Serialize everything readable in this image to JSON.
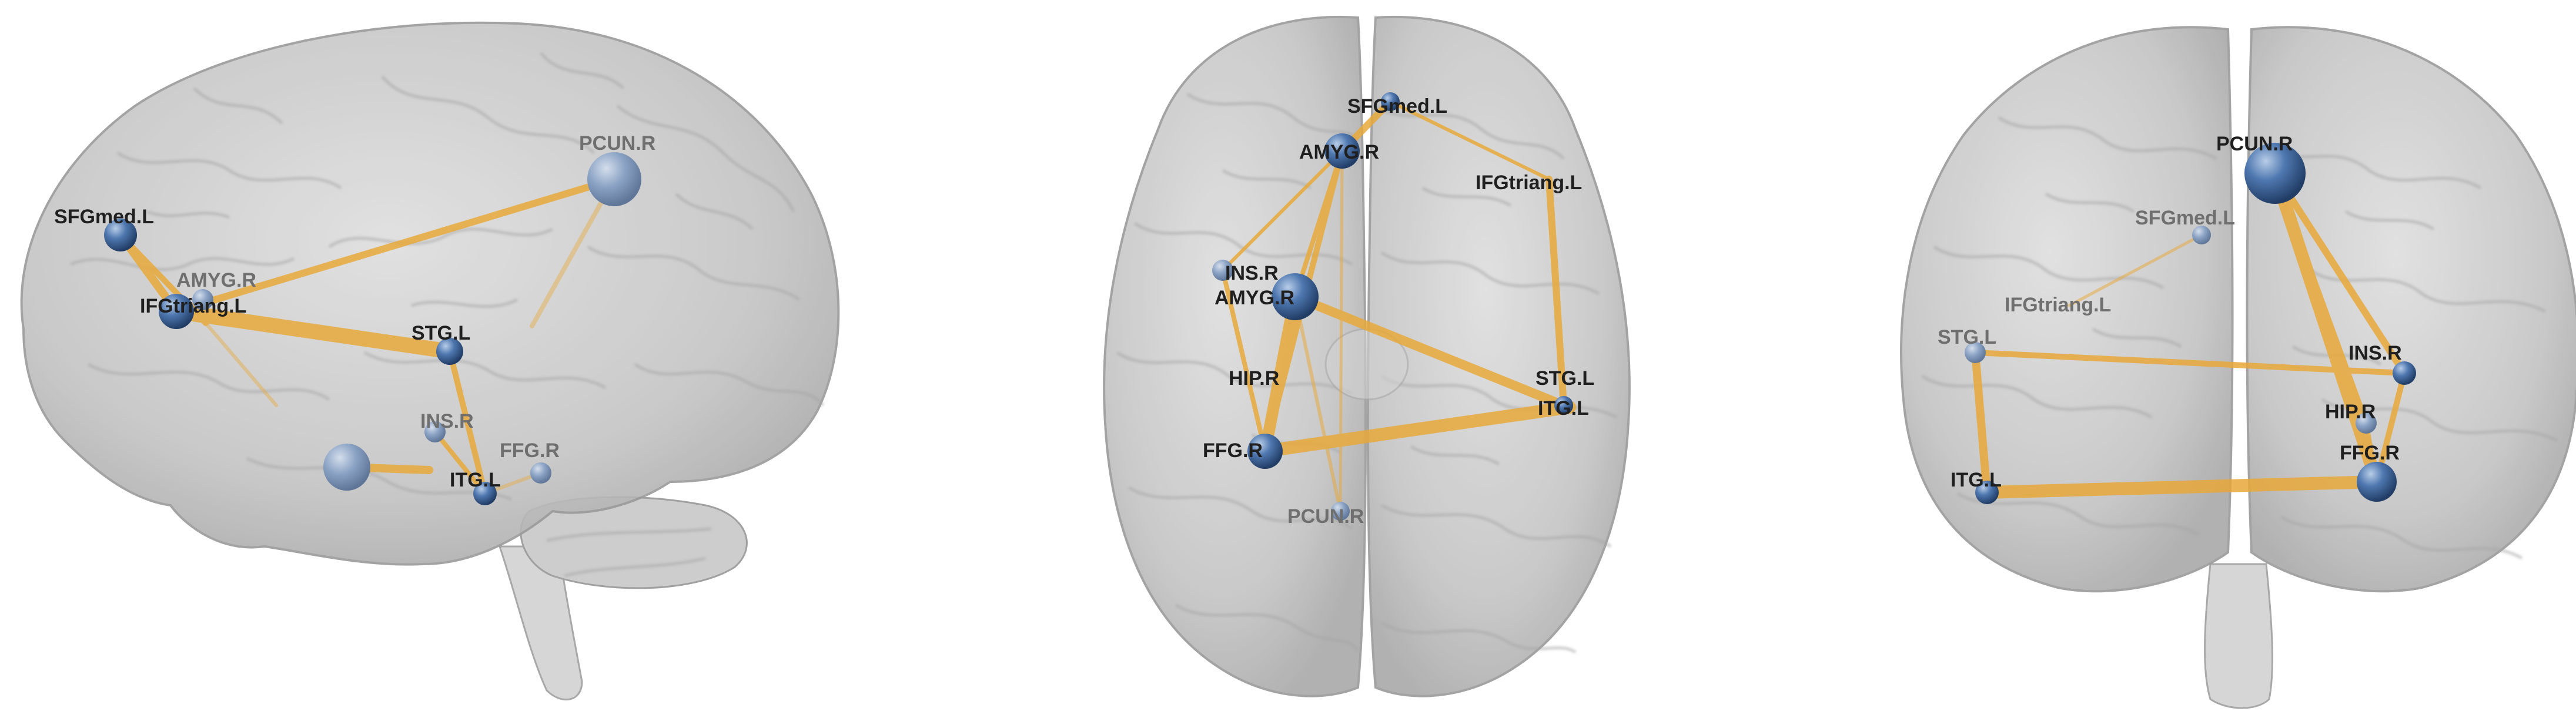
{
  "colors": {
    "background": "#ffffff",
    "brain_fill": "#bcbcbc",
    "brain_edge": "#9a9a9a",
    "edge_color": "#e8a93a",
    "node_color": "#3a5f95"
  },
  "views": [
    {
      "id": "sagittal",
      "labels": [
        {
          "text": "SFGmed.L",
          "faint": false
        },
        {
          "text": "IFGtriang.L",
          "faint": false
        },
        {
          "text": "STG.L",
          "faint": false
        },
        {
          "text": "ITG.L",
          "faint": false
        },
        {
          "text": "FFG.R",
          "faint": true
        },
        {
          "text": "INS.R",
          "faint": true
        },
        {
          "text": "PCUN.R",
          "faint": true
        },
        {
          "text": "AMYG.R",
          "faint": true
        }
      ]
    },
    {
      "id": "axial",
      "labels": [
        {
          "text": "SFGmed.L",
          "faint": false
        },
        {
          "text": "AMYG.R",
          "faint": false
        },
        {
          "text": "IFGtriang.L",
          "faint": false
        },
        {
          "text": "INS.R",
          "faint": false
        },
        {
          "text": "AMYG.R",
          "faint": false
        },
        {
          "text": "HIP.R",
          "faint": false
        },
        {
          "text": "FFG.R",
          "faint": false
        },
        {
          "text": "STG.L",
          "faint": false
        },
        {
          "text": "ITG.L",
          "faint": false
        },
        {
          "text": "PCUN.R",
          "faint": true
        }
      ]
    },
    {
      "id": "coronal",
      "labels": [
        {
          "text": "PCUN.R",
          "faint": false
        },
        {
          "text": "SFGmed.L",
          "faint": true
        },
        {
          "text": "IFGtriang.L",
          "faint": true
        },
        {
          "text": "STG.L",
          "faint": true
        },
        {
          "text": "INS.R",
          "faint": false
        },
        {
          "text": "HIP.R",
          "faint": false
        },
        {
          "text": "FFG.R",
          "faint": false
        },
        {
          "text": "ITG.L",
          "faint": false
        }
      ]
    }
  ]
}
